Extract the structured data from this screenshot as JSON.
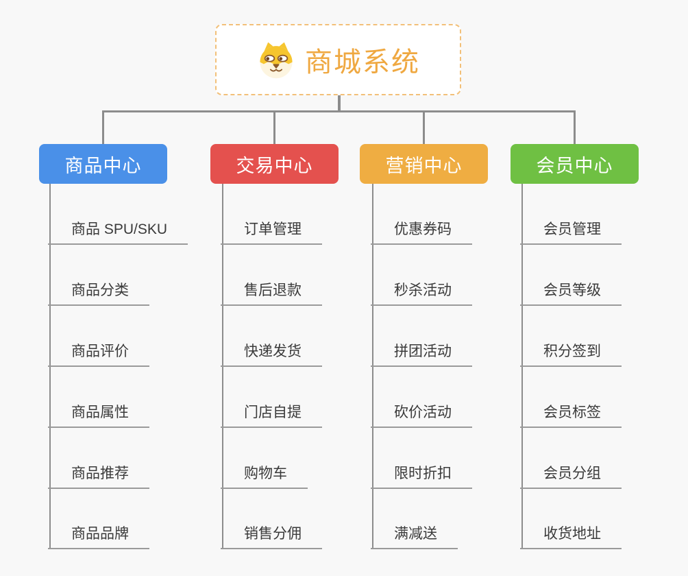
{
  "root": {
    "title": "商城系统",
    "icon": "shiba-dog-icon",
    "title_color": "#EFA841",
    "border_color": "#F2C079"
  },
  "connector_color": "#8C8C8C",
  "leaf_underline_color": "#9A9A9A",
  "branches": [
    {
      "label": "商品中心",
      "color": "#4A90E8",
      "children": [
        "商品 SPU/SKU",
        "商品分类",
        "商品评价",
        "商品属性",
        "商品推荐",
        "商品品牌"
      ]
    },
    {
      "label": "交易中心",
      "color": "#E4514E",
      "children": [
        "订单管理",
        "售后退款",
        "快递发货",
        "门店自提",
        "购物车",
        "销售分佣"
      ]
    },
    {
      "label": "营销中心",
      "color": "#EFAD42",
      "children": [
        "优惠券码",
        "秒杀活动",
        "拼团活动",
        "砍价活动",
        "限时折扣",
        "满减送"
      ]
    },
    {
      "label": "会员中心",
      "color": "#6FC043",
      "children": [
        "会员管理",
        "会员等级",
        "积分签到",
        "会员标签",
        "会员分组",
        "收货地址"
      ]
    }
  ]
}
